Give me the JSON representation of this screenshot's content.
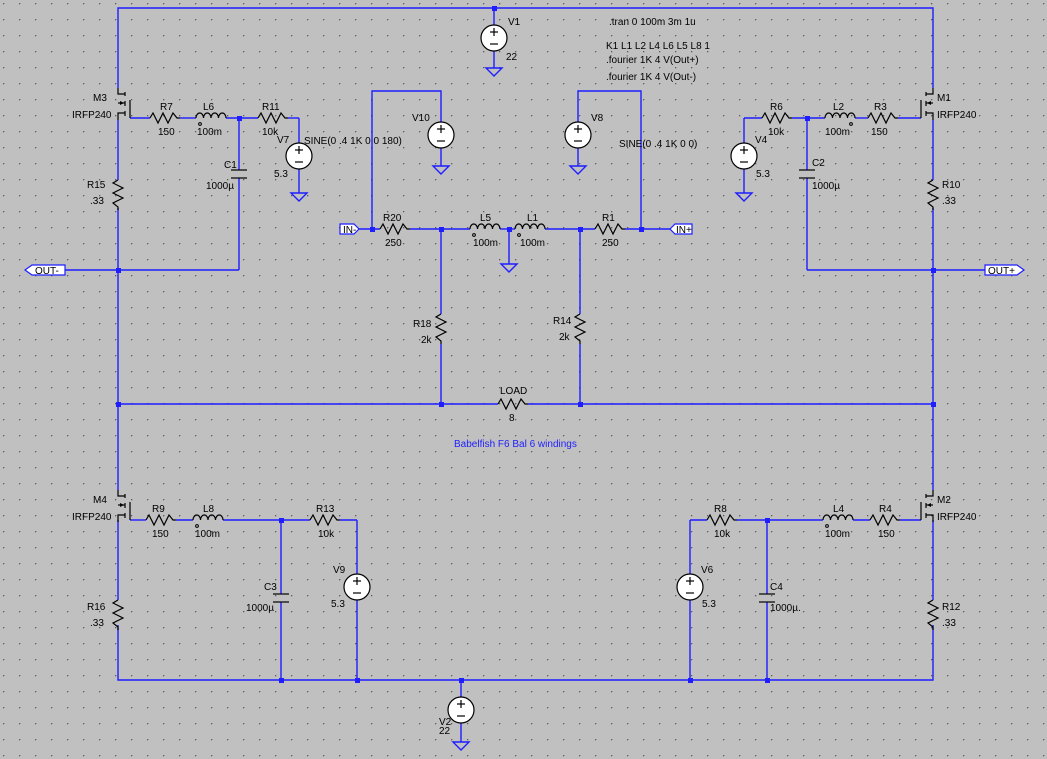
{
  "directives": {
    "tran": ".tran 0 100m 3m 1u",
    "coupling": "K1 L1 L2 L4 L6 L5 L8 1",
    "fourier_plus": ".fourier 1K 4 V(Out+)",
    "fourier_minus": ".fourier 1K 4 V(Out-)"
  },
  "comment": "Babelfish F6 Bal 6 windings",
  "ports": {
    "in_minus": "IN-",
    "in_plus": "IN+",
    "out_minus": "OUT-",
    "out_plus": "OUT+"
  },
  "resistors": {
    "R7": {
      "name": "R7",
      "value": "150"
    },
    "R11": {
      "name": "R11",
      "value": "10k"
    },
    "R15": {
      "name": "R15",
      "value": ".33"
    },
    "R20": {
      "name": "R20",
      "value": "250"
    },
    "R1": {
      "name": "R1",
      "value": "250"
    },
    "R18": {
      "name": "R18",
      "value": "2k"
    },
    "R14": {
      "name": "R14",
      "value": "2k"
    },
    "R6": {
      "name": "R6",
      "value": "10k"
    },
    "R3": {
      "name": "R3",
      "value": "150"
    },
    "R10": {
      "name": "R10",
      "value": ".33"
    },
    "LOAD": {
      "name": "LOAD",
      "value": "8"
    },
    "R9": {
      "name": "R9",
      "value": "150"
    },
    "R13": {
      "name": "R13",
      "value": "10k"
    },
    "R16": {
      "name": "R16",
      "value": ".33"
    },
    "R8": {
      "name": "R8",
      "value": "10k"
    },
    "R4": {
      "name": "R4",
      "value": "150"
    },
    "R12": {
      "name": "R12",
      "value": ".33"
    }
  },
  "inductors": {
    "L6": {
      "name": "L6",
      "value": "100m"
    },
    "L5": {
      "name": "L5",
      "value": "100m"
    },
    "L1": {
      "name": "L1",
      "value": "100m"
    },
    "L2": {
      "name": "L2",
      "value": "100m"
    },
    "L8": {
      "name": "L8",
      "value": "100m"
    },
    "L4": {
      "name": "L4",
      "value": "100m"
    }
  },
  "capacitors": {
    "C1": {
      "name": "C1",
      "value": "1000µ"
    },
    "C2": {
      "name": "C2",
      "value": "1000µ"
    },
    "C3": {
      "name": "C3",
      "value": "1000µ"
    },
    "C4": {
      "name": "C4",
      "value": "1000µ."
    }
  },
  "sources": {
    "V1": {
      "name": "V1",
      "value": "22"
    },
    "V2": {
      "name": "V2",
      "value": "22"
    },
    "V7": {
      "name": "V7",
      "value": "5.3",
      "extra": "SINE(0 .4 1K 0 0 180)"
    },
    "V4": {
      "name": "V4",
      "value": "5.3"
    },
    "V10": {
      "name": "V10",
      "value": ""
    },
    "V8": {
      "name": "V8",
      "value": "",
      "extra": "SINE(0 .4 1K 0 0)"
    },
    "V9": {
      "name": "V9",
      "value": "5.3"
    },
    "V6": {
      "name": "V6",
      "value": "5.3"
    }
  },
  "mosfets": {
    "M3": {
      "name": "M3",
      "model": "IRFP240"
    },
    "M1": {
      "name": "M1",
      "model": "IRFP240"
    },
    "M4": {
      "name": "M4",
      "model": "IRFP240"
    },
    "M2": {
      "name": "M2",
      "model": "IRFP240"
    }
  },
  "colors": {
    "wire": "#1e1eff",
    "background": "#c0c0c0",
    "grid_dot": "#5a5a5a"
  }
}
